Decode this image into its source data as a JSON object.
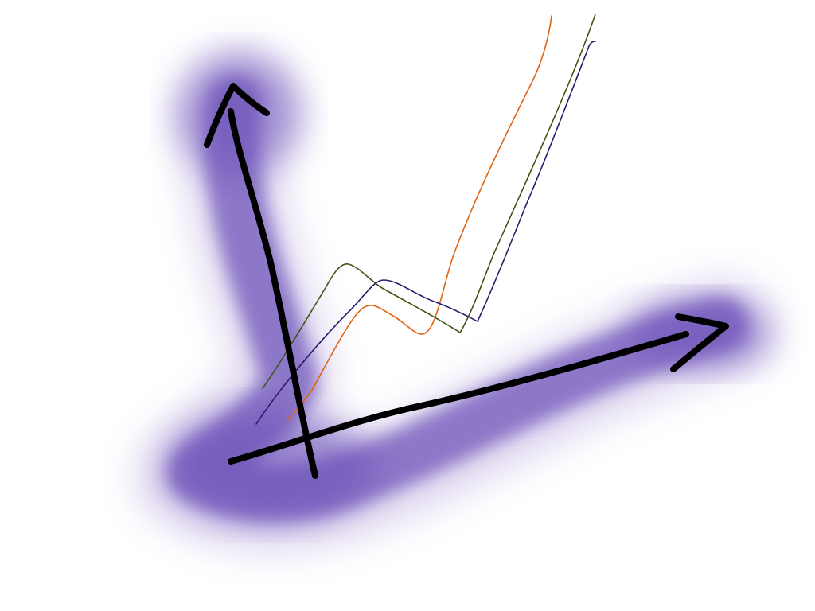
{
  "figure": {
    "background": "#ffffff",
    "glow_color": "#6a4fb8",
    "glow_light_color": "#b7a6dd",
    "axis_color": "#000000",
    "axes": {
      "vertical": "arrow-up-icon",
      "horizontal": "arrow-right-icon",
      "has_labels": false
    },
    "lines": [
      {
        "color": "#e06410",
        "shape": "rise-peak-dip-surge"
      },
      {
        "color": "#3f5416",
        "shape": "rise-peak-dip-surge"
      },
      {
        "color": "#2c1a6b",
        "shape": "rise-peak-dip-surge"
      }
    ]
  }
}
